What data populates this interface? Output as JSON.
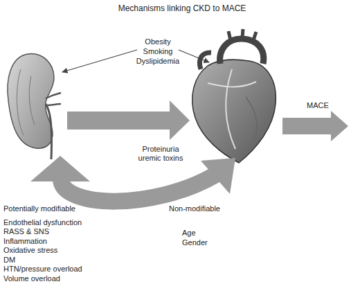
{
  "diagram": {
    "title": "Mechanisms linking CKD to MACE",
    "labels": [
      "Obesity",
      "Smoking",
      "Dyslipidemia",
      "Proteinuria",
      "uremic toxins",
      "MACE",
      "Potentially modifiable",
      "Endothelial dysfunction",
      "RASS & SNS",
      "Inflammation",
      "Oxidative stress",
      "DM",
      "HTN/pressure overload",
      "Volume overload",
      "Non-modifiable",
      "Age",
      "Gender"
    ]
  }
}
